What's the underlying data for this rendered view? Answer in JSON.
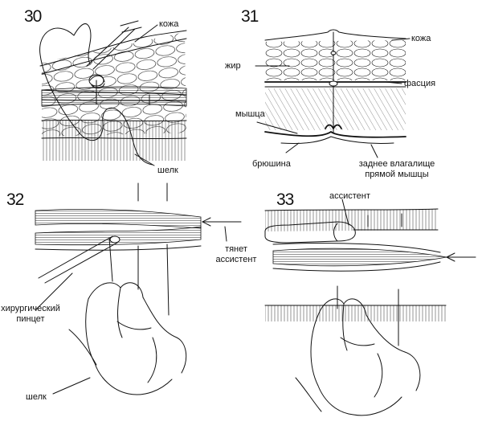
{
  "panels": [
    {
      "number": "30",
      "labels": {
        "skin": "кожа",
        "silk": "шелк"
      }
    },
    {
      "number": "31",
      "labels": {
        "skin": "кожа",
        "fat": "жир",
        "fascia": "фасция",
        "muscle": "мышца",
        "peritoneum": "брюшина",
        "posterior_sheath_line1": "заднее влагалище",
        "posterior_sheath_line2": "прямой мышцы"
      }
    },
    {
      "number": "32",
      "labels": {
        "pulls_line1": "тянет",
        "pulls_line2": "ассистент",
        "forceps_line1": "хирургический",
        "forceps_line2": "пинцет",
        "silk": "шелк"
      }
    },
    {
      "number": "33",
      "labels": {
        "assistant": "ассистент"
      }
    }
  ]
}
